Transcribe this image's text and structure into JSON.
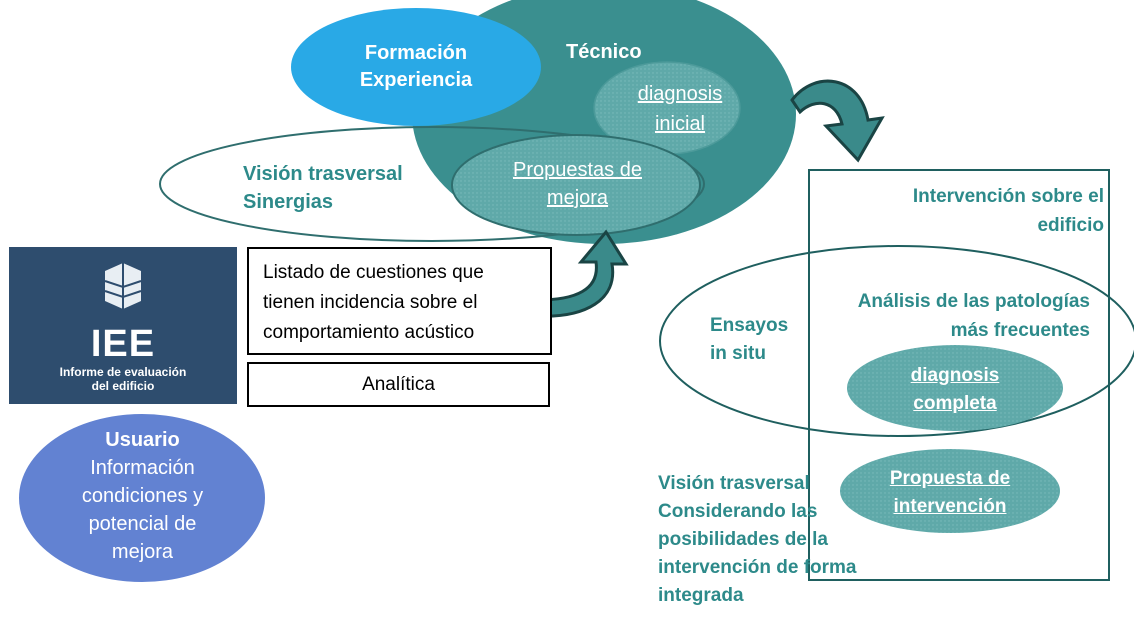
{
  "colors": {
    "teal_dark": "#3a8f8f",
    "teal_light": "#5eabab",
    "blue_bright": "#29a9e6",
    "blue_user": "#6282d2",
    "text_teal": "#2d8a8a",
    "logo_bg": "#2e4d6e"
  },
  "tecnico": {
    "title": "Técnico",
    "formacion_line1": "Formación",
    "formacion_line2": "Experiencia",
    "diagnosis_line1": "diagnosis",
    "diagnosis_line2": "inicial",
    "propuestas_line1": "Propuestas de",
    "propuestas_line2": "mejora"
  },
  "vision_left": {
    "line1": "Visión trasversal",
    "line2": "Sinergias"
  },
  "listado": {
    "line1": "Listado de cuestiones que",
    "line2": "tienen incidencia sobre el",
    "line3": "comportamiento acústico"
  },
  "analitica": "Analítica",
  "logo": {
    "acronym": "IEE",
    "line1": "Informe de evaluación",
    "line2": "del edificio"
  },
  "usuario": {
    "title": "Usuario",
    "line1": "Información",
    "line2": "condiciones y",
    "line3": "potencial de",
    "line4": "mejora"
  },
  "intervencion": {
    "line1": "Intervención sobre el",
    "line2": "edificio"
  },
  "ensayos": {
    "line1": "Ensayos",
    "line2": "in situ"
  },
  "analisis": {
    "line1": "Análisis de las patologías",
    "line2": "más frecuentes"
  },
  "diagnosis_completa": {
    "line1": "diagnosis",
    "line2": "completa"
  },
  "propuesta_intervencion": {
    "line1": "Propuesta de",
    "line2": "intervención"
  },
  "vision_right": {
    "line1": "Visión trasversal",
    "line2": "Considerando las",
    "line3": "posibilidades de la",
    "line4": "intervención de forma",
    "line5": "integrada"
  }
}
